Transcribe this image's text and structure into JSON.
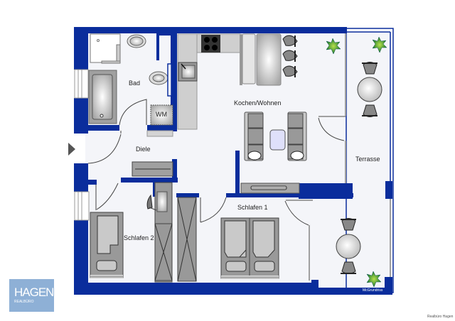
{
  "floorplan": {
    "rooms": [
      {
        "id": "bad",
        "label": "Bad"
      },
      {
        "id": "kochen_wohnen",
        "label": "Kochen/Wohnen"
      },
      {
        "id": "diele",
        "label": "Diele"
      },
      {
        "id": "terrasse",
        "label": "Terrasse"
      },
      {
        "id": "schlafen1",
        "label": "Schlafen 1"
      },
      {
        "id": "schlafen2",
        "label": "Schlafen 2"
      }
    ],
    "appliances": {
      "washing_machine": "WM"
    },
    "entrance_marker": "entrance-arrow",
    "colors": {
      "wall": "#0a2d9c",
      "floor": "#f4f5f9",
      "furniture": "#9a9a9a",
      "logo_bg": "#8eb0d6"
    }
  },
  "branding": {
    "logo_main": "HAGEN",
    "logo_sub": "REALBÜRO",
    "drawing_credit": "McGrundriss",
    "footer_credit": "Realbüro Hagen"
  }
}
